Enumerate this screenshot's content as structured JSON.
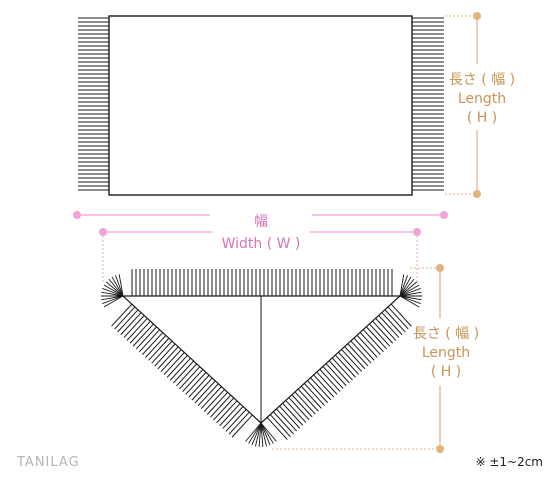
{
  "diagram": {
    "rect_length_label": [
      "長さ ( 幅 )",
      "Length",
      "( H )"
    ],
    "width_label_jp": "幅",
    "width_label_en": "Width ( W )",
    "tri_length_label": [
      "長さ ( 幅 )",
      "Length",
      "( H )"
    ],
    "brand": "TANILAG",
    "tolerance_note": "※ ±1~2cm",
    "colors": {
      "length": "#e0b47c",
      "width": "#f2a3d6",
      "line": "#1a1a1a"
    }
  }
}
